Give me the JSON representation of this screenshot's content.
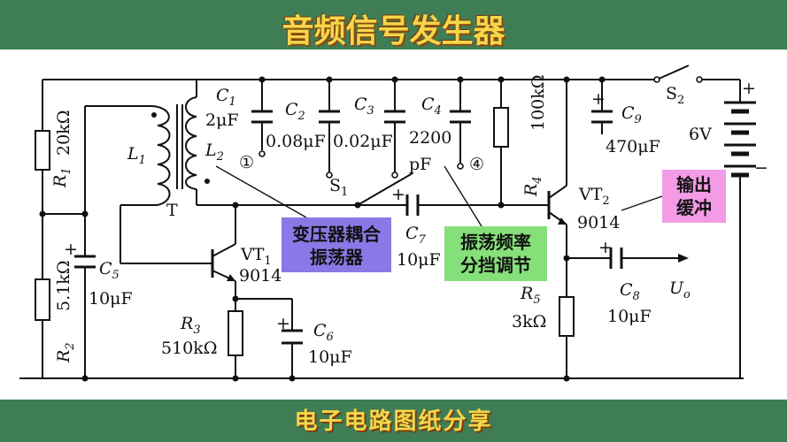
{
  "title": "音频信号发生器",
  "footer": "电子电路图纸分享",
  "components": {
    "C1": {
      "name": "C",
      "sub": "1",
      "value": "2μF"
    },
    "C2": {
      "name": "C",
      "sub": "2",
      "value": "0.08μF"
    },
    "C3": {
      "name": "C",
      "sub": "3",
      "value": "0.02μF"
    },
    "C4": {
      "name": "C",
      "sub": "4",
      "value": "2200",
      "value2": "pF"
    },
    "C5": {
      "name": "C",
      "sub": "5",
      "value": "10μF"
    },
    "C6": {
      "name": "C",
      "sub": "6",
      "value": "10μF"
    },
    "C7": {
      "name": "C",
      "sub": "7",
      "value": "10μF"
    },
    "C8": {
      "name": "C",
      "sub": "8",
      "value": "10μF"
    },
    "C9": {
      "name": "C",
      "sub": "9",
      "value": "470μF"
    },
    "R1": {
      "name": "R",
      "sub": "1",
      "value": "20kΩ"
    },
    "R2": {
      "name": "R",
      "sub": "2",
      "value": "5.1kΩ"
    },
    "R3": {
      "name": "R",
      "sub": "3",
      "value": "510kΩ"
    },
    "R4": {
      "name": "R",
      "sub": "4",
      "value": "100kΩ"
    },
    "R5": {
      "name": "R",
      "sub": "5",
      "value": "3kΩ"
    },
    "L1": {
      "name": "L",
      "sub": "1"
    },
    "L2": {
      "name": "L",
      "sub": "2"
    },
    "T": "T",
    "VT1": {
      "name": "VT",
      "sub": "1",
      "model": "9014"
    },
    "VT2": {
      "name": "VT",
      "sub": "2",
      "model": "9014"
    },
    "S1": {
      "name": "S",
      "sub": "1"
    },
    "S2": {
      "name": "S",
      "sub": "2"
    },
    "battery": "6V",
    "output": {
      "name": "U",
      "sub": "o"
    },
    "plus": "+",
    "minus": "−",
    "pos1": "①",
    "pos4": "④"
  },
  "callouts": {
    "transformer": [
      "变压器耦合",
      "振荡器"
    ],
    "frequency": [
      "振荡频率",
      "分挡调节"
    ],
    "buffer": [
      "输出",
      "缓冲"
    ]
  },
  "colors": {
    "purple": "#8b78e6",
    "green": "#86e07a",
    "pink": "#f39be6",
    "banner": "#3f7d55",
    "title_text": "#f5d64a"
  }
}
